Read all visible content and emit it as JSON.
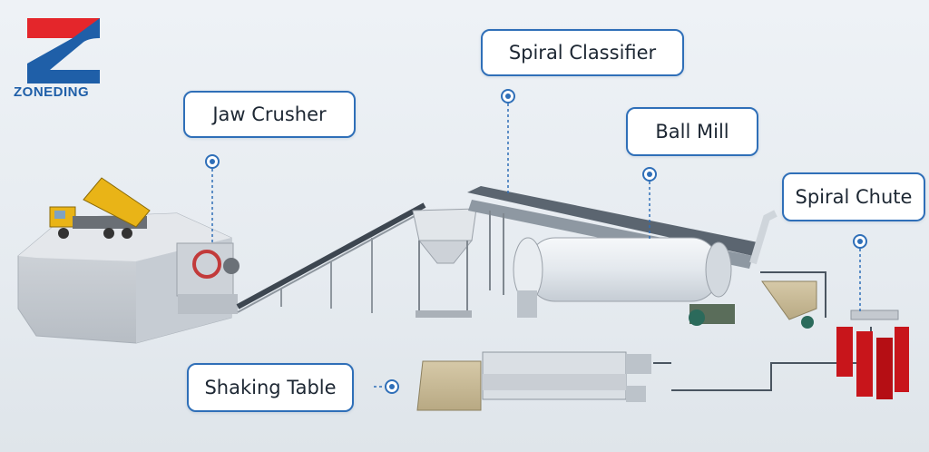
{
  "brand": {
    "name": "ZONEDING"
  },
  "labels": {
    "jaw_crusher": "Jaw Crusher",
    "spiral_classifier": "Spiral Classifier",
    "ball_mill": "Ball Mill",
    "spiral_chute": "Spiral Chute",
    "shaking_table": "Shaking Table"
  },
  "colors": {
    "accent_blue": "#2f6fb8",
    "logo_red": "#e4262b",
    "logo_blue": "#1f5fa8",
    "truck_yellow": "#e9b417",
    "spiral_chute_red": "#c8151b"
  }
}
